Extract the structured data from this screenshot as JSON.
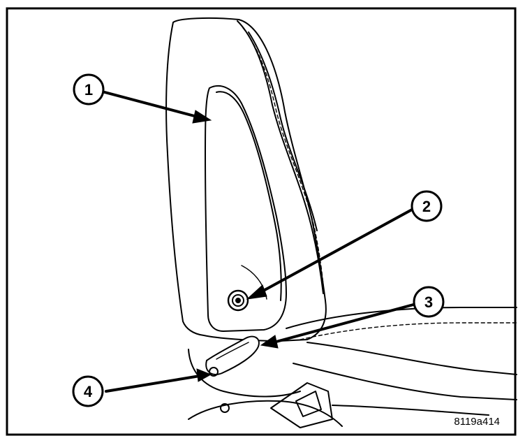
{
  "callouts": [
    {
      "number": "1",
      "points_to": "seat back side trim panel"
    },
    {
      "number": "2",
      "points_to": "recliner pivot fastener"
    },
    {
      "number": "3",
      "points_to": "recliner release handle"
    },
    {
      "number": "4",
      "points_to": "handle fastener"
    }
  ],
  "figure_id": "8119a414"
}
